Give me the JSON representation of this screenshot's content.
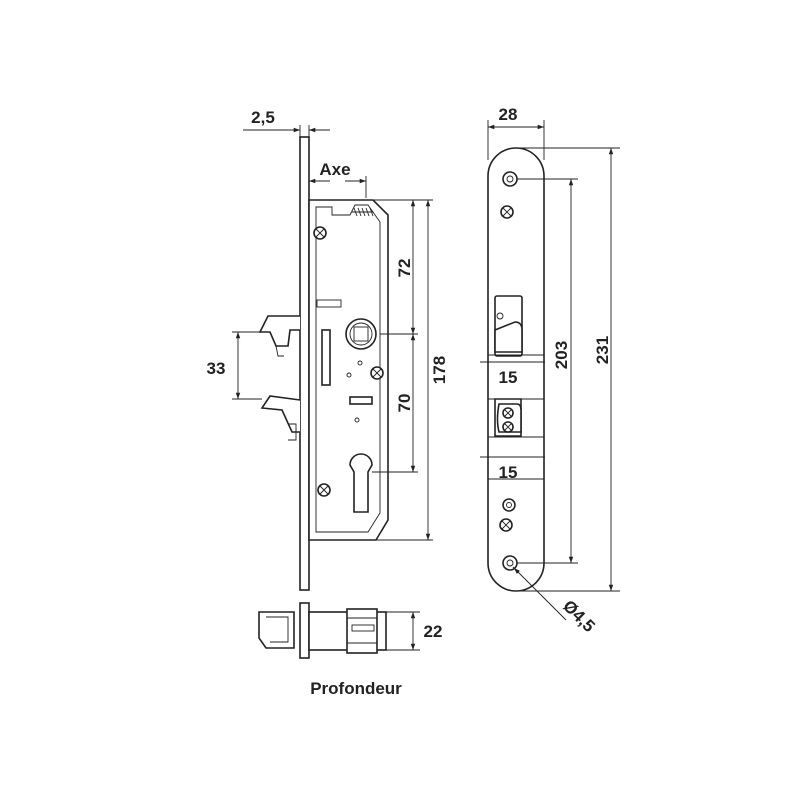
{
  "labels": {
    "faceplate_thickness": "2,5",
    "axis": "Axe",
    "upper_distance": "72",
    "lower_distance": "70",
    "body_height": "178",
    "latch_offset": "33",
    "faceplate_width": "28",
    "fixing_spacing": "203",
    "faceplate_length": "231",
    "bolt_spacing_upper": "15",
    "bolt_spacing_lower": "15",
    "hole_diameter": "Ø4,5",
    "depth_value": "22",
    "depth_title": "Profondeur"
  },
  "colors": {
    "line": "#222222",
    "background": "#ffffff"
  },
  "icons": [
    "screw-icon",
    "cylinder-keyhole-icon",
    "follower-square-icon"
  ]
}
